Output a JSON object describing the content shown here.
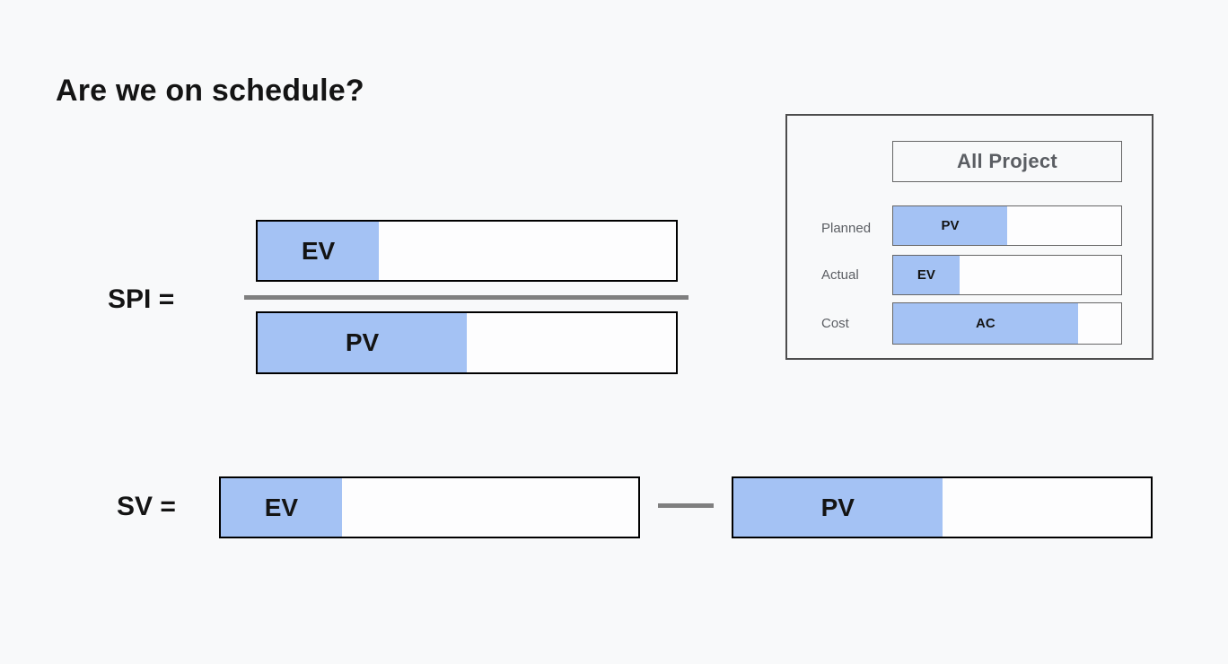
{
  "page": {
    "title": "Are we on schedule?"
  },
  "colors": {
    "background": "#f8f9fa",
    "bar_fill_blue": "#a4c2f4",
    "bar_border_black": "#000000",
    "operator_line_gray": "#7f7f7f",
    "legend_text_gray": "#5b5e63"
  },
  "spi": {
    "label": "SPI =",
    "numerator": {
      "label": "EV",
      "fill_percent": 29
    },
    "denominator": {
      "label": "PV",
      "fill_percent": 50
    }
  },
  "sv": {
    "label": "SV =",
    "minuend": {
      "label": "EV",
      "fill_percent": 29
    },
    "operator": "minus",
    "subtrahend": {
      "label": "PV",
      "fill_percent": 50
    }
  },
  "legend": {
    "header": "All Project",
    "rows": [
      {
        "label": "Planned",
        "bar_label": "PV",
        "fill_percent": 50
      },
      {
        "label": "Actual",
        "bar_label": "EV",
        "fill_percent": 29
      },
      {
        "label": "Cost",
        "bar_label": "AC",
        "fill_percent": 81
      }
    ]
  }
}
